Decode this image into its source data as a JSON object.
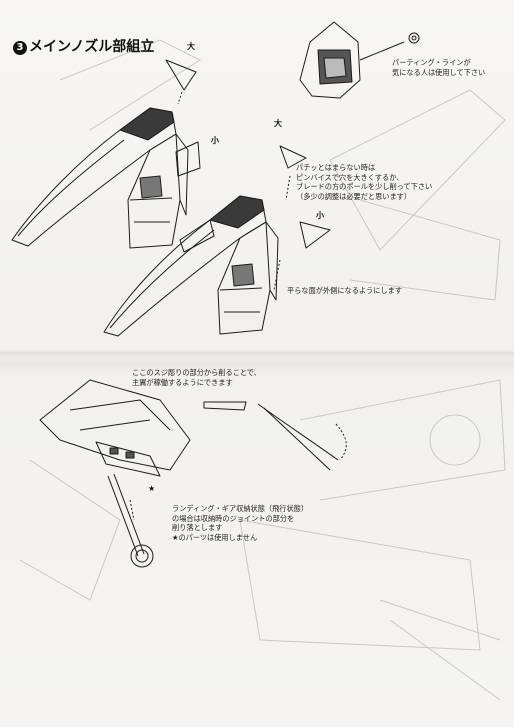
{
  "step": {
    "number": "3",
    "title": "メインノズル部組立"
  },
  "labels": {
    "large_1": "大",
    "large_2": "大",
    "small_1": "小",
    "small_2": "小",
    "star": "★"
  },
  "notes": {
    "parting_line": [
      "パーティング・ラインが",
      "気になる人は使用して下さい"
    ],
    "pin_fit": [
      "パチッとはまらない時は",
      "ピンバイスで穴を大きくするか、",
      "ブレードの方のポールを少し削って下さい",
      "（多少の調整は必要だと思います）"
    ],
    "flat_face": [
      "平らな面が外側になるようにします"
    ],
    "groove_cut": [
      "ここのスジ彫りの部分から削ることで、",
      "主翼が稼働するようにできます"
    ],
    "landing_gear": [
      "ランディング・ギア収納状態（飛行状態）",
      "の場合は収納時のジョイントの部分を",
      "削り落とします",
      "★のパーツは使用しません"
    ]
  }
}
